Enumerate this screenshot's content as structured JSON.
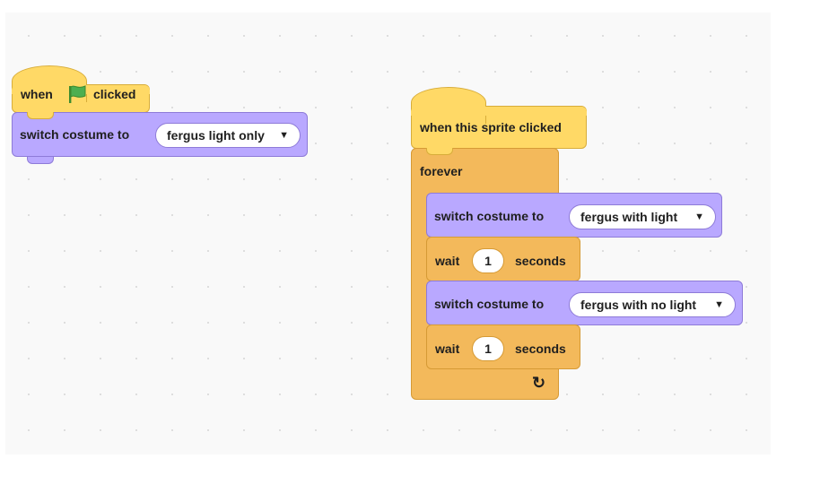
{
  "colors": {
    "events": "#ffd966",
    "looks": "#b9a8ff",
    "control": "#f3b95b",
    "flag_green": "#4caf50"
  },
  "script1": {
    "hat": {
      "word_before": "when",
      "icon": "green-flag-icon",
      "word_after": "clicked"
    },
    "switch": {
      "label": "switch costume to",
      "costume": "fergus light only"
    }
  },
  "script2": {
    "hat": {
      "label": "when this sprite clicked"
    },
    "forever": {
      "label": "forever",
      "loop_icon": "loop-arrow-icon"
    },
    "steps": [
      {
        "type": "switch",
        "label": "switch costume to",
        "costume": "fergus with light"
      },
      {
        "type": "wait",
        "label": "wait",
        "value": "1",
        "unit": "seconds"
      },
      {
        "type": "switch",
        "label": "switch costume to",
        "costume": "fergus with no light"
      },
      {
        "type": "wait",
        "label": "wait",
        "value": "1",
        "unit": "seconds"
      }
    ]
  }
}
